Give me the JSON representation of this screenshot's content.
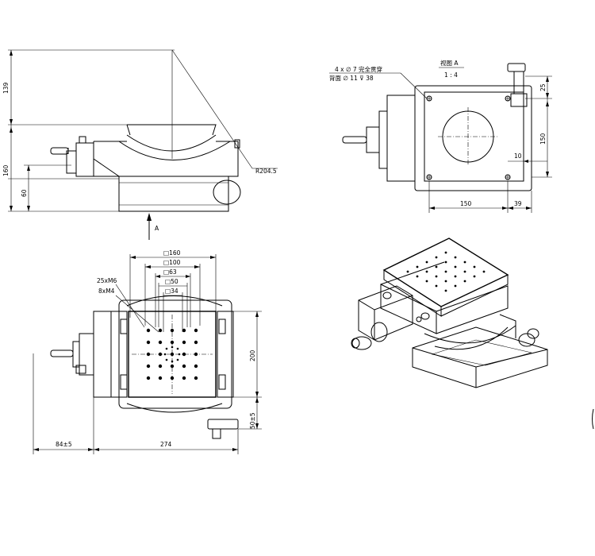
{
  "front_view": {
    "dim_139": "139",
    "dim_160": "160",
    "dim_60": "60",
    "radius_label": "R204.5",
    "view_arrow_label": "A"
  },
  "view_a": {
    "title": "视图 A",
    "scale": "1 : 4",
    "note_line1": "4 x ∅ 7 完全贯穿",
    "note_line2": "背面 ∅ 11 ⊽ 38",
    "dim_25": "25",
    "dim_150_v": "150",
    "dim_10": "10",
    "dim_150_h": "150",
    "dim_39": "39"
  },
  "top_view": {
    "sq_160": "□160",
    "sq_100": "□100",
    "sq_63": "□63",
    "sq_50": "□50",
    "sq_34": "□34",
    "holes_m6": "25xM6",
    "holes_m4": "8xM4",
    "dim_200": "200",
    "dim_50": "50±5",
    "dim_84": "84±5",
    "dim_274": "274"
  },
  "colors": {
    "line": "#000000",
    "background": "#ffffff",
    "light_line": "#555555"
  }
}
